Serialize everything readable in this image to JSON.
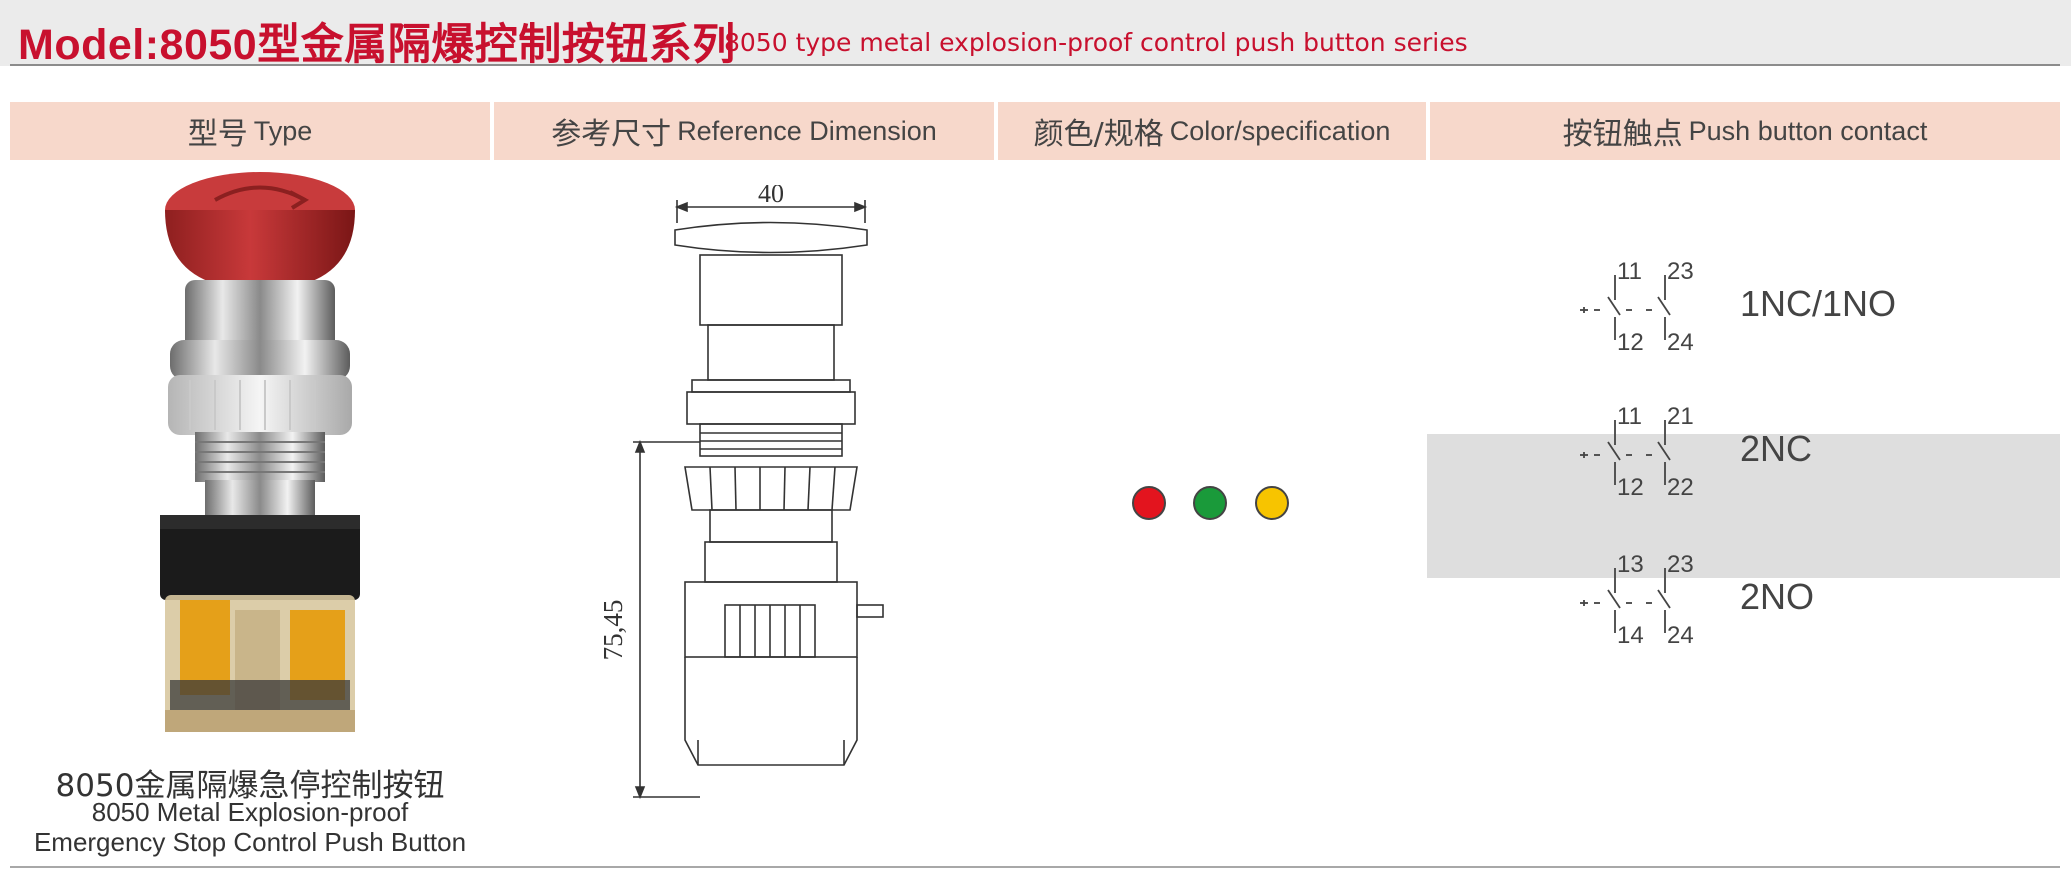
{
  "title": {
    "main": "Model:8050型金属隔爆控制按钮系列",
    "sub": "8050 type metal explosion-proof control push button series"
  },
  "header": {
    "type": {
      "zh": "型号",
      "en": "Type"
    },
    "dimension": {
      "zh": "参考尺寸",
      "en": "Reference Dimension"
    },
    "color": {
      "zh": "颜色/规格",
      "en": "Color/specification"
    },
    "contact": {
      "zh": "按钮触点",
      "en": "Push button contact"
    }
  },
  "product": {
    "caption_cn": "8050金属隔爆急停控制按钮",
    "caption_en_line1": "8050 Metal Explosion-proof",
    "caption_en_line2": "Emergency Stop Control Push Button"
  },
  "dimensions": {
    "width_label": "40",
    "height_label": "75,45"
  },
  "colors": [
    "#e3141e",
    "#1a9a3a",
    "#f7c400"
  ],
  "contacts": [
    {
      "label": "1NC/1NO",
      "top_left": "11",
      "top_right": "23",
      "bottom_left": "12",
      "bottom_right": "24"
    },
    {
      "label": "2NC",
      "top_left": "11",
      "top_right": "21",
      "bottom_left": "12",
      "bottom_right": "22"
    },
    {
      "label": "2NO",
      "top_left": "13",
      "top_right": "23",
      "bottom_left": "14",
      "bottom_right": "24"
    }
  ]
}
